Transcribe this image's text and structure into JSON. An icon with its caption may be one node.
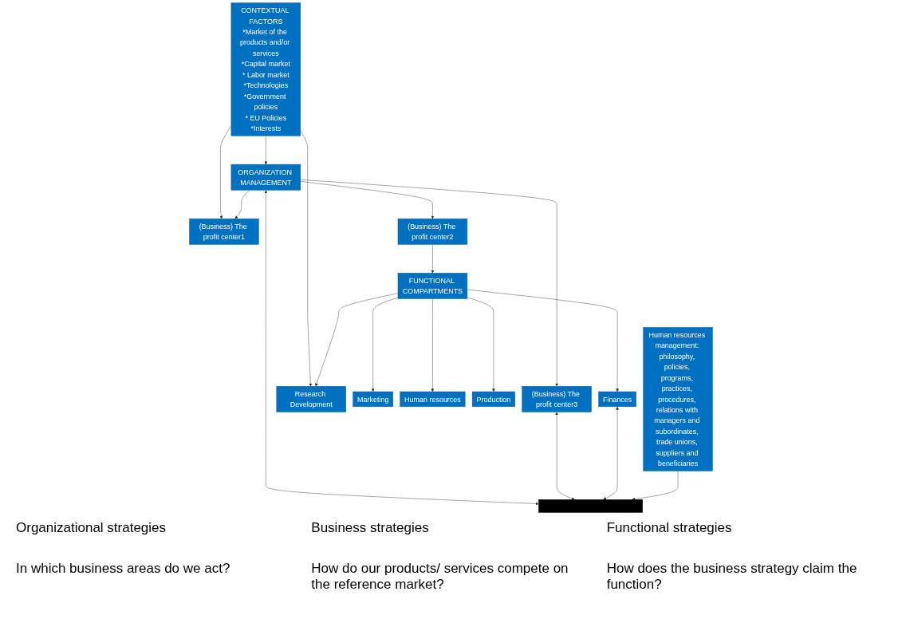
{
  "diagram": {
    "nodes": [
      {
        "text": [
          "CONTEXTUAL FACTORS",
          "*Market of the products and/or services",
          "*Capital market",
          "* Labor market",
          "*Technologies",
          "*Government policies",
          "* EU Policies",
          "*Interests"
        ]
      },
      {
        "text": [
          "ORGANIZATION MANAGEMENT"
        ]
      },
      {
        "text": [
          "(Business) The profit center1"
        ]
      },
      {
        "text": [
          "(Business) The profit center2"
        ]
      },
      {
        "text": [
          "(Business) The profit center3"
        ]
      },
      {
        "text": [
          "FUNCTIONAL COMPARTMENTS"
        ]
      },
      {
        "text": [
          "Research Development"
        ]
      },
      {
        "text": [
          "Marketing"
        ]
      },
      {
        "text": [
          "Human resources"
        ]
      },
      {
        "text": [
          "Production"
        ]
      },
      {
        "text": [
          "Finances"
        ]
      },
      {
        "text": [
          "Human resources management: philosophy, policies, programs, practices, procedures, relations with managers and subordinates, trade unions, suppliers and beneficiaries"
        ]
      },
      {
        "text": [],
        "shape": "bar"
      }
    ],
    "edges": [
      {
        "from": 0,
        "to": 1,
        "arrow": "to"
      },
      {
        "from": 0,
        "to": 2,
        "arrow": "to"
      },
      {
        "from": 0,
        "to": 6,
        "arrow": "to"
      },
      {
        "from": 1,
        "to": 2,
        "arrow": "to"
      },
      {
        "from": 1,
        "to": 3,
        "arrow": "to"
      },
      {
        "from": 1,
        "to": 4,
        "arrow": "to"
      },
      {
        "from": 3,
        "to": 5,
        "arrow": "to"
      },
      {
        "from": 5,
        "to": 6,
        "arrow": "to"
      },
      {
        "from": 5,
        "to": 7,
        "arrow": "to"
      },
      {
        "from": 5,
        "to": 8,
        "arrow": "to"
      },
      {
        "from": 5,
        "to": 9,
        "arrow": "to"
      },
      {
        "from": 5,
        "to": 10,
        "arrow": "to"
      },
      {
        "from": 1,
        "to": 12,
        "arrow": "both"
      },
      {
        "from": 4,
        "to": 12,
        "arrow": "both"
      },
      {
        "from": 10,
        "to": 12,
        "arrow": "both"
      },
      {
        "from": 11,
        "to": 12,
        "arrow": "to"
      }
    ],
    "labels": [
      "Organizational strategies",
      "In which business areas do we act?",
      "Business strategies",
      "How do our products/ services compete on the reference market?",
      "Functional strategies",
      "How does the business strategy claim the function?"
    ]
  }
}
